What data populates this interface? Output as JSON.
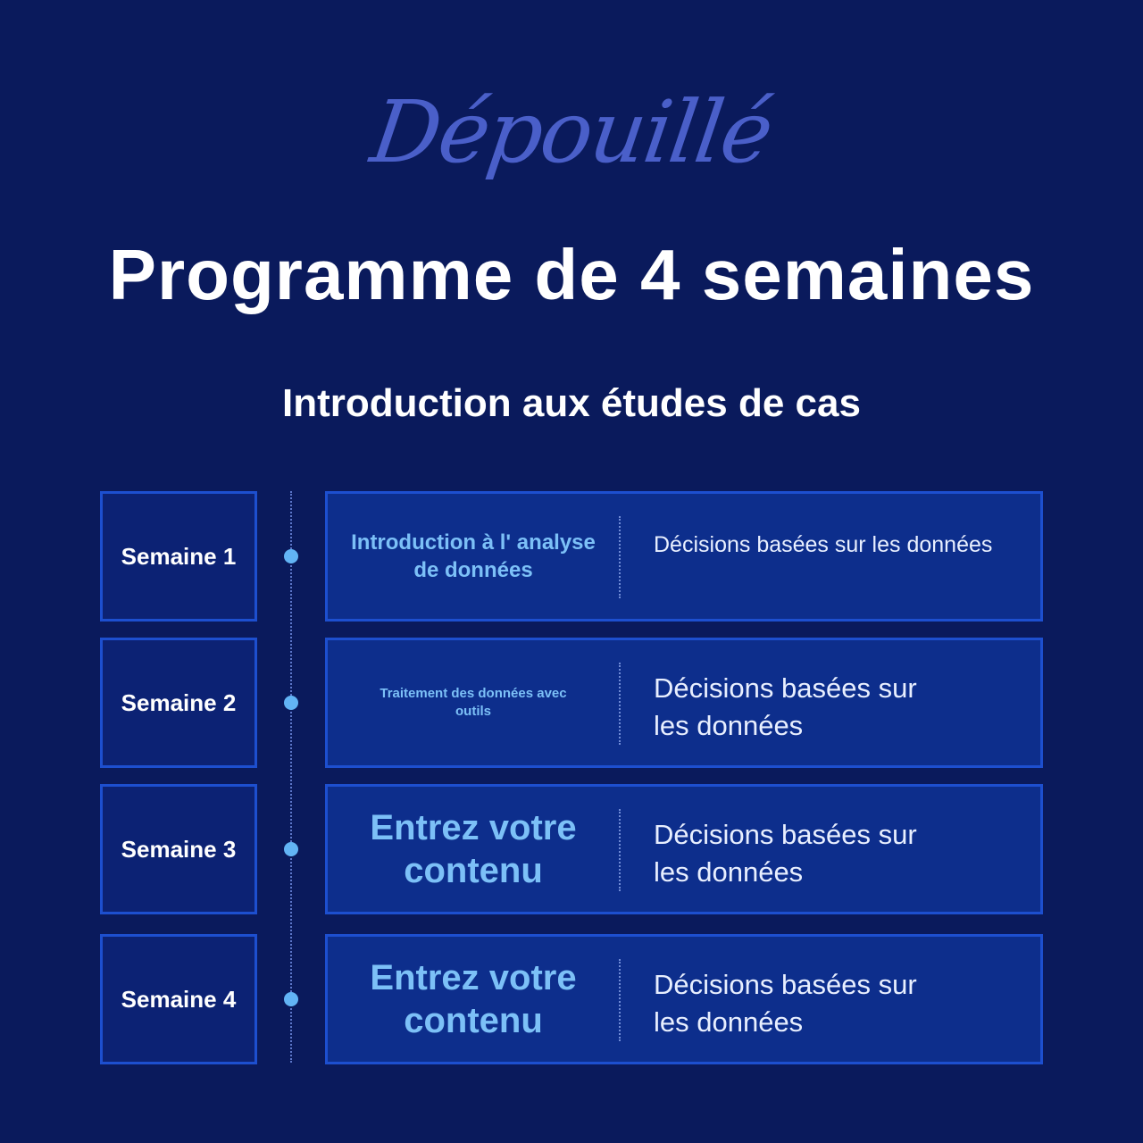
{
  "brand": {
    "logo_text": "Dépouillé"
  },
  "header": {
    "title": "Programme de 4 semaines",
    "subtitle": "Introduction aux études de cas"
  },
  "weeks": [
    {
      "label": "Semaine 1",
      "topic": "Introduction à l' analyse de données",
      "description": "Décisions basées sur les données"
    },
    {
      "label": "Semaine 2",
      "topic": "Traitement des données avec outils",
      "description": "Décisions basées sur les données"
    },
    {
      "label": "Semaine 3",
      "topic": "Entrez votre contenu",
      "description": "Décisions basées sur les données"
    },
    {
      "label": "Semaine 4",
      "topic": "Entrez votre contenu",
      "description": "Décisions basées sur les données"
    }
  ],
  "colors": {
    "background": "#0a1a5c",
    "box_border": "#1d4fcf",
    "content_fill": "#0d2e8c",
    "topic_text": "#7cc0f7",
    "timeline_dot": "#62b4f5",
    "logo": "#4a5fc9"
  }
}
